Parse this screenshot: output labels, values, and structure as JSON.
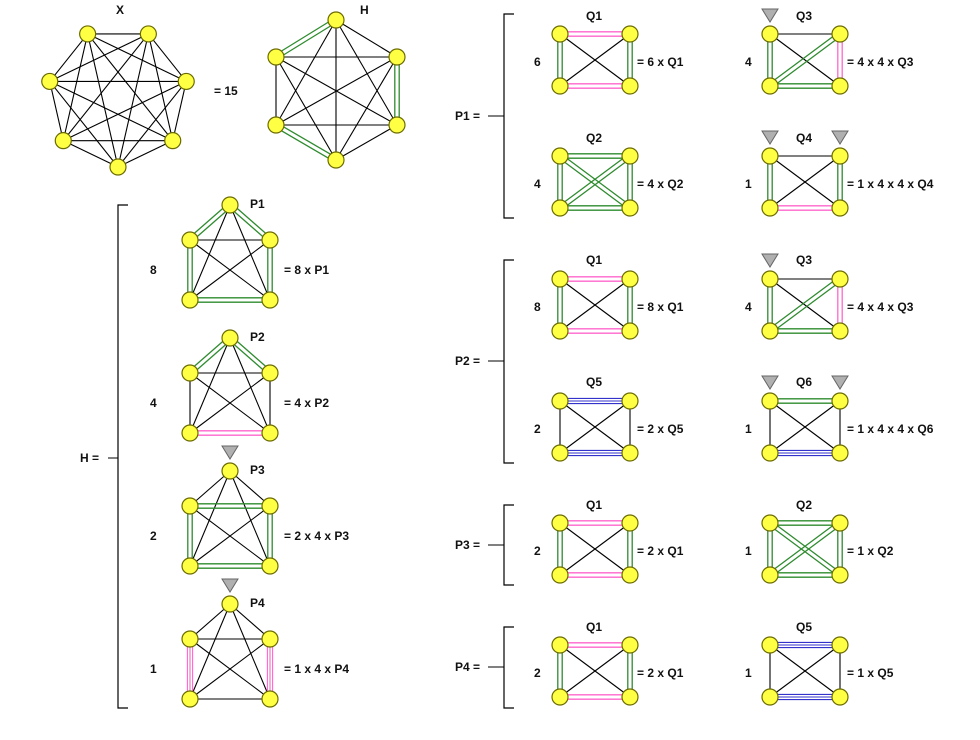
{
  "colors": {
    "vertex_fill": "#ffff44",
    "vertex_stroke": "#6b6b00",
    "edge": "#000000",
    "green_edge": "#2e8b2e",
    "pink_edge": "#ff66cc",
    "blue_edge": "#3333cc",
    "marker": "#b0b0b0"
  },
  "top": {
    "x_label": "X",
    "x_value": "= 15",
    "h_label": "H"
  },
  "h_decomp": {
    "lhs": "H =",
    "rows": [
      {
        "mult": "8",
        "label": "P1",
        "result": "= 8 x P1"
      },
      {
        "mult": "4",
        "label": "P2",
        "result": "= 4 x P2"
      },
      {
        "mult": "2",
        "label": "P3",
        "result": "= 2 x 4 x P3"
      },
      {
        "mult": "1",
        "label": "P4",
        "result": "= 1 x 4 x P4"
      }
    ]
  },
  "p_decomps": [
    {
      "lhs": "P1 =",
      "items": [
        {
          "mult": "6",
          "label": "Q1",
          "result": "= 6 x Q1"
        },
        {
          "mult": "4",
          "label": "Q3",
          "result": "= 4 x 4 x Q3"
        },
        {
          "mult": "4",
          "label": "Q2",
          "result": "= 4 x Q2"
        },
        {
          "mult": "1",
          "label": "Q4",
          "result": "= 1 x 4 x 4 x Q4"
        }
      ]
    },
    {
      "lhs": "P2 =",
      "items": [
        {
          "mult": "8",
          "label": "Q1",
          "result": "= 8 x Q1"
        },
        {
          "mult": "4",
          "label": "Q3",
          "result": "= 4 x 4 x Q3"
        },
        {
          "mult": "2",
          "label": "Q5",
          "result": "= 2 x Q5"
        },
        {
          "mult": "1",
          "label": "Q6",
          "result": "= 1 x 4 x 4 x Q6"
        }
      ]
    },
    {
      "lhs": "P3 =",
      "items": [
        {
          "mult": "2",
          "label": "Q1",
          "result": "= 2 x Q1"
        },
        {
          "mult": "1",
          "label": "Q2",
          "result": "= 1 x Q2"
        }
      ]
    },
    {
      "lhs": "P4 =",
      "items": [
        {
          "mult": "2",
          "label": "Q1",
          "result": "= 2 x Q1"
        },
        {
          "mult": "1",
          "label": "Q5",
          "result": "= 1 x Q5"
        }
      ]
    }
  ]
}
